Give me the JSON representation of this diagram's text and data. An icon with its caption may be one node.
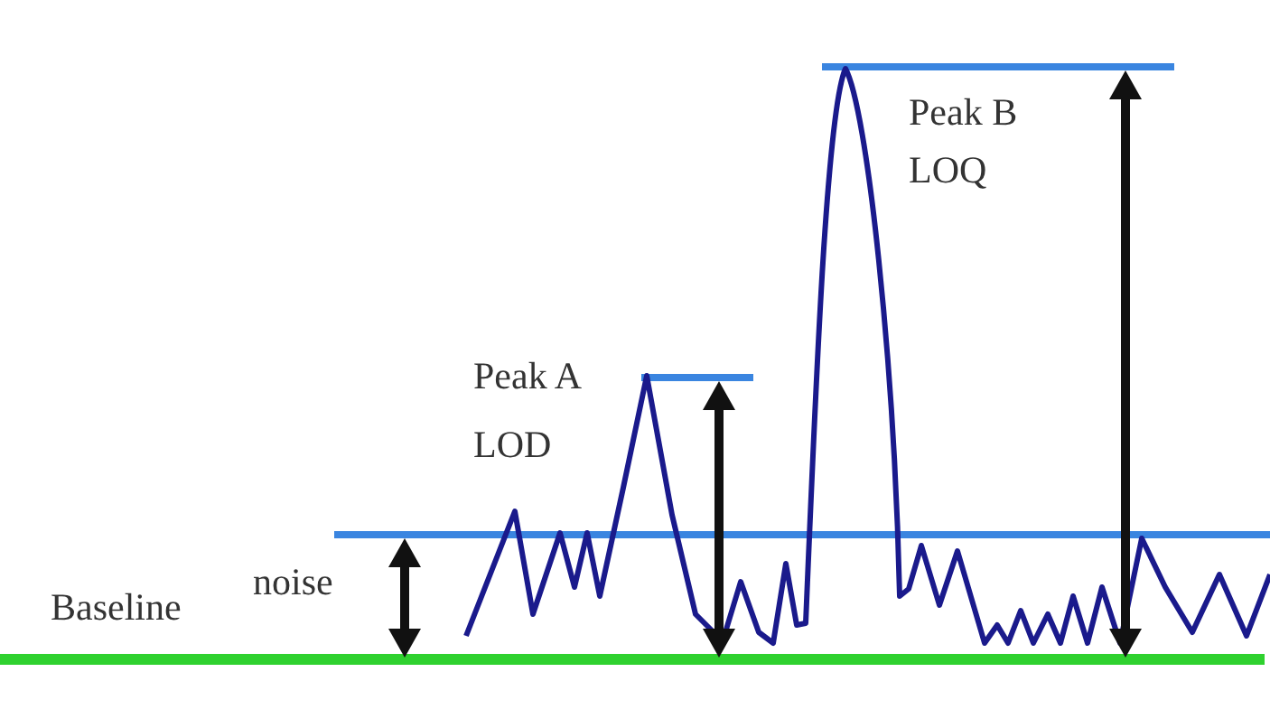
{
  "diagram": {
    "labels": [
      "Peak B",
      "LOQ",
      "Peak A",
      "LOD",
      "noise",
      "Baseline"
    ]
  }
}
